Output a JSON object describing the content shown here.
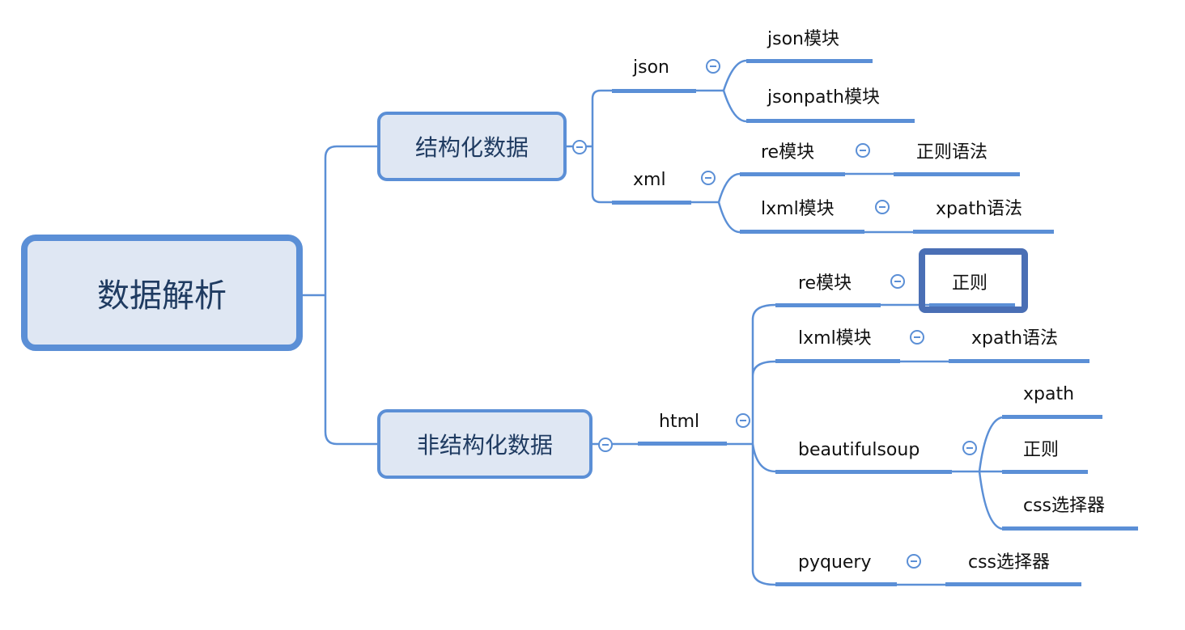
{
  "root": {
    "label": "数据解析"
  },
  "structured": {
    "label": "结构化数据",
    "json": {
      "label": "json",
      "children": [
        "json模块",
        "jsonpath模块"
      ]
    },
    "xml": {
      "label": "xml",
      "re": {
        "label": "re模块",
        "child": "正则语法"
      },
      "lxml": {
        "label": "lxml模块",
        "child": "xpath语法"
      }
    }
  },
  "unstructured": {
    "label": "非结构化数据",
    "html": {
      "label": "html",
      "re": {
        "label": "re模块",
        "child": "正则"
      },
      "lxml": {
        "label": "lxml模块",
        "child": "xpath语法"
      },
      "bs": {
        "label": "beautifulsoup",
        "children": [
          "xpath",
          "正则",
          "css选择器"
        ]
      },
      "pyquery": {
        "label": "pyquery",
        "child": "css选择器"
      }
    }
  },
  "colors": {
    "line": "#5b8fd6",
    "fill": "#dfe7f3",
    "highlight": "#4a6fb5"
  }
}
